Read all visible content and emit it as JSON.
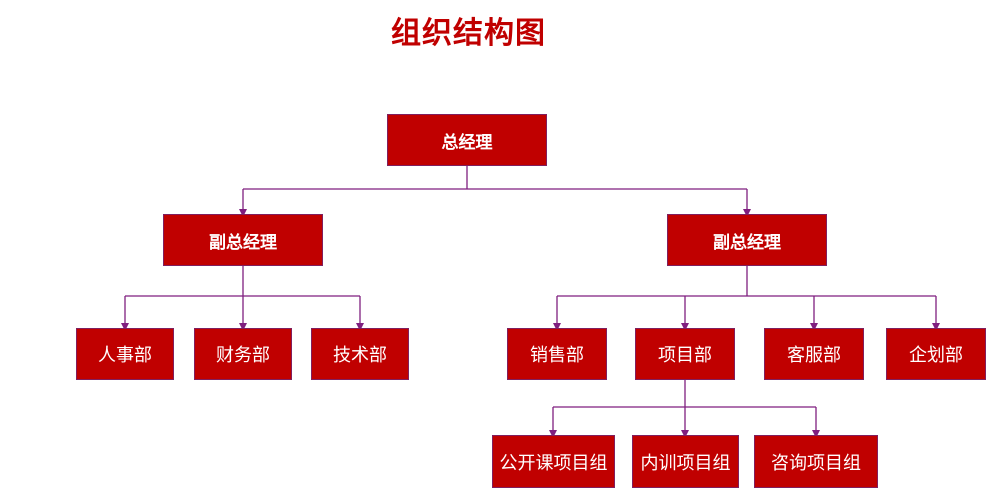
{
  "title": "组织结构图",
  "colors": {
    "box_fill": "#C00000",
    "box_border": "#7F1F5F",
    "connector": "#7F1F7F",
    "title": "#C00000",
    "box_text": "#FFFFFF"
  },
  "nodes": {
    "general_manager": "总经理",
    "deputy_left": "副总经理",
    "deputy_right": "副总经理",
    "hr": "人事部",
    "finance": "财务部",
    "tech": "技术部",
    "sales": "销售部",
    "project": "项目部",
    "customer_service": "客服部",
    "planning": "企划部",
    "public_course_group": "公开课项目组",
    "internal_training_group": "内训项目组",
    "consulting_group": "咨询项目组"
  }
}
